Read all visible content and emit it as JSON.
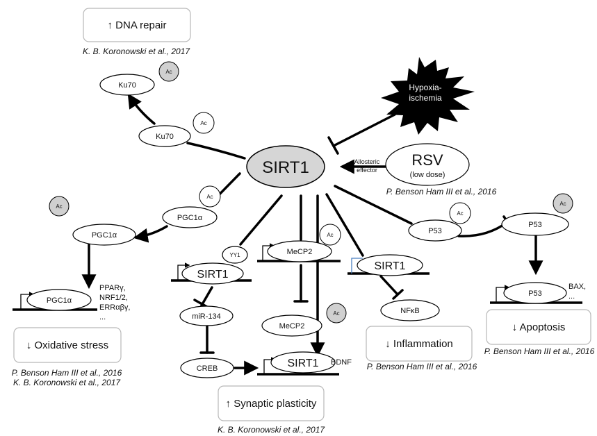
{
  "center": "SIRT1",
  "rsv": {
    "title": "RSV",
    "dose": "(low dose)",
    "effector_line1": "Allosteric",
    "effector_line2": "effector",
    "citation": "P. Benson Ham III et al., 2016"
  },
  "hypoxia": {
    "line1": "Hypoxia-",
    "line2": "ischemia"
  },
  "ac": "Ac",
  "nodes": {
    "ku70": "Ku70",
    "pgc1a": "PGC1α",
    "p53": "P53",
    "mecp2": "MeCP2",
    "yy1": "YY1",
    "sirt1": "SIRT1",
    "mir134": "miR-134",
    "creb": "CREB",
    "nfkb": "NFκB",
    "bdnf": "BDNF"
  },
  "pgc_targets": [
    "PPARγ,",
    "NRF1/2,",
    "ERRαβγ,",
    "..."
  ],
  "p53_targets": [
    "BAX,",
    "..."
  ],
  "boxes": {
    "dna_repair": "↑ DNA repair",
    "oxidative": "↓ Oxidative stress",
    "synaptic": "↑ Synaptic plasticity",
    "inflammation": "↓ Inflammation",
    "apoptosis": "↓ Apoptosis"
  },
  "citations": {
    "dna_repair": "K. B. Koronowski et al., 2017",
    "oxidative_1": "P. Benson Ham III et al., 2016",
    "oxidative_2": "K. B. Koronowski et al., 2017",
    "synaptic": "K. B. Koronowski et al., 2017",
    "inflammation": "P. Benson Ham III et al., 2016",
    "apoptosis": "P. Benson Ham III et al., 2016"
  }
}
